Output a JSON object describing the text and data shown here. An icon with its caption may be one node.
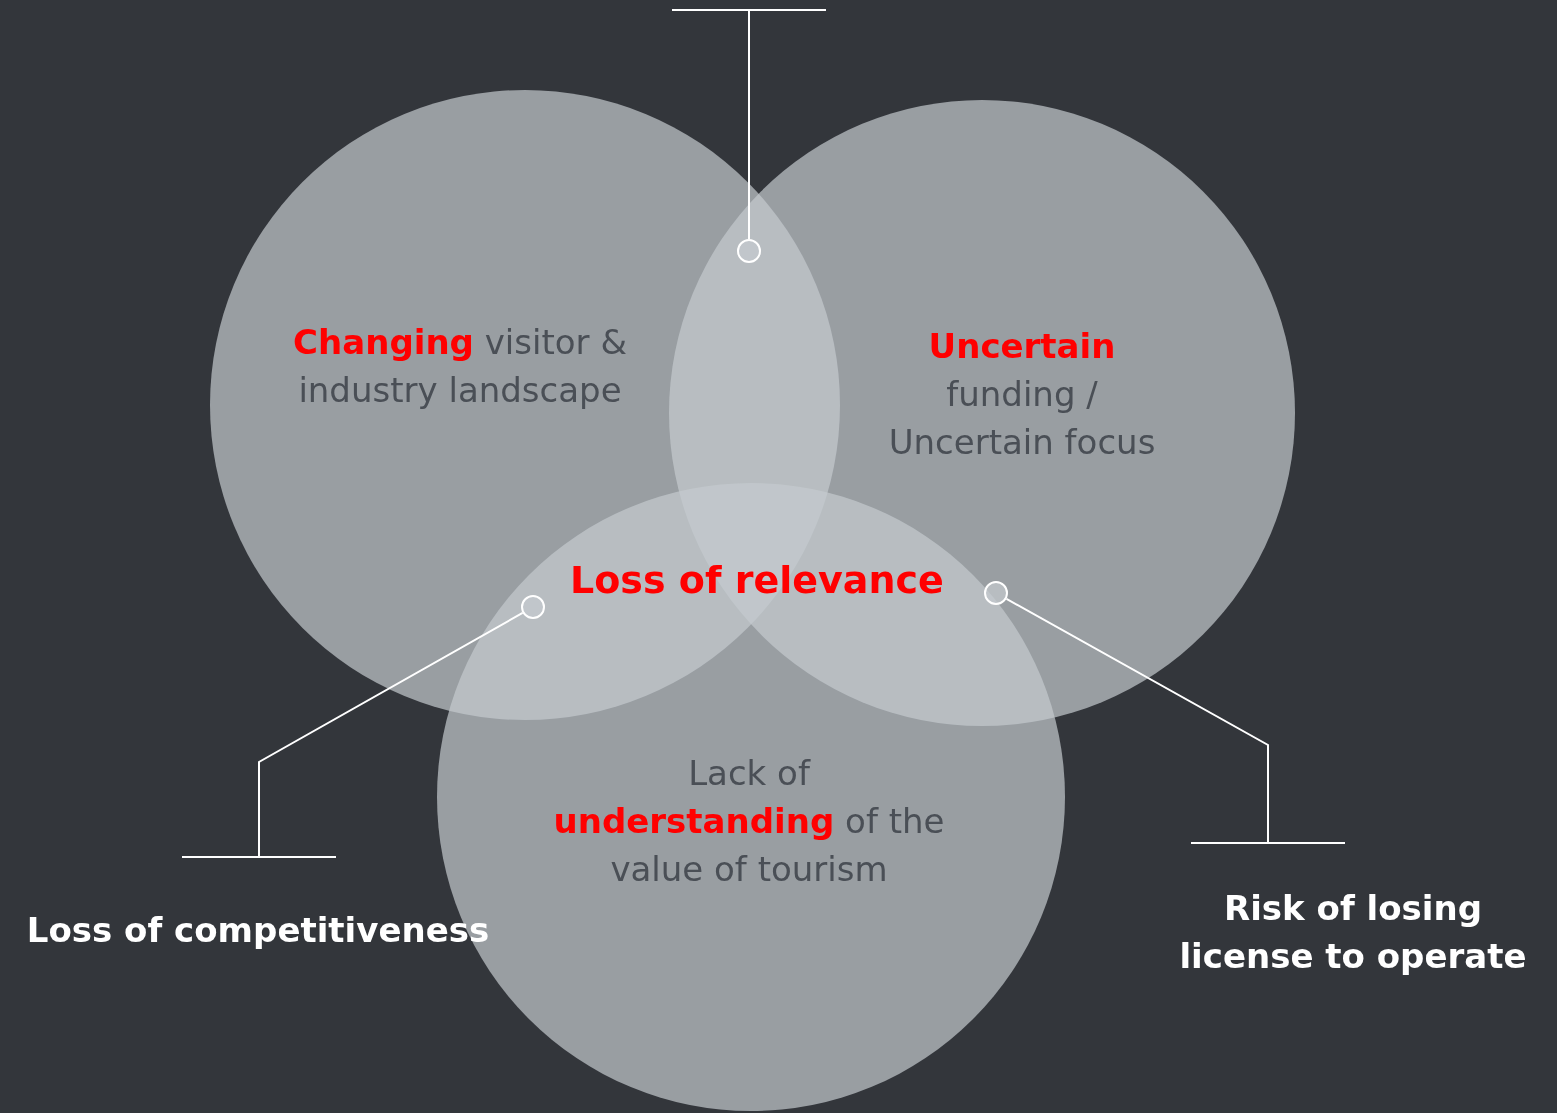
{
  "diagram": {
    "nodes": [
      {
        "text": [
          "**Changing** visitor & industry landscape"
        ]
      },
      {
        "text": [
          "**Uncertain** funding / Uncertain focus"
        ]
      },
      {
        "text": [
          "Lack of **understanding** of the value of tourism"
        ]
      },
      {
        "text": [],
        "shape": "circle"
      },
      {
        "text": [],
        "shape": "circle"
      },
      {
        "text": [],
        "shape": "circle"
      },
      {
        "text": [
          "Loss of competitiveness"
        ]
      },
      {
        "text": [
          "Risk of losing license to operate"
        ]
      }
    ],
    "edges": [
      {
        "from": null,
        "to": 3,
        "arrow": "none"
      },
      {
        "from": 6,
        "to": 4,
        "arrow": "none"
      },
      {
        "from": 7,
        "to": 5,
        "arrow": "none"
      }
    ],
    "labels": [
      "Loss of relevance"
    ]
  }
}
